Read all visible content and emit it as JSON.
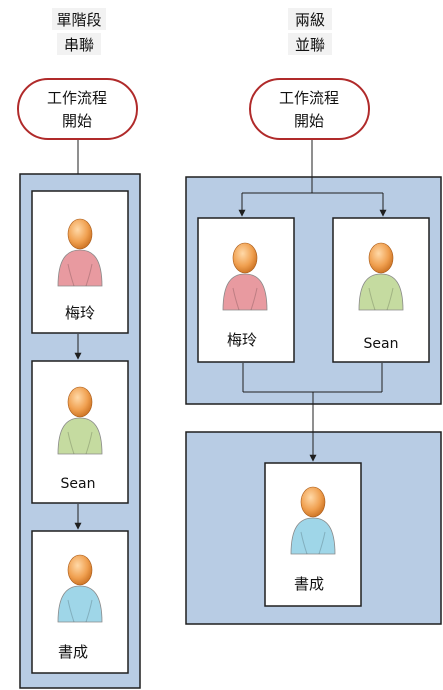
{
  "serial": {
    "heading_line1": "單階段",
    "heading_line2": "串聯",
    "start_line1": "工作流程",
    "start_line2": "開始",
    "people": [
      {
        "name": "梅玲",
        "icon": "person-icon-pink",
        "color": "#e89aa0"
      },
      {
        "name": "Sean",
        "icon": "person-icon-green",
        "color": "#c5dba0"
      },
      {
        "name": "書成",
        "icon": "person-icon-blue",
        "color": "#9fd6e8"
      }
    ]
  },
  "parallel": {
    "heading_line1": "兩級",
    "heading_line2": "並聯",
    "start_line1": "工作流程",
    "start_line2": "開始",
    "stage1_people": [
      {
        "name": "梅玲",
        "icon": "person-icon-pink",
        "color": "#e89aa0"
      },
      {
        "name": "Sean",
        "icon": "person-icon-green",
        "color": "#c5dba0"
      }
    ],
    "stage2_people": [
      {
        "name": "書成",
        "icon": "person-icon-blue",
        "color": "#9fd6e8"
      }
    ]
  },
  "colors": {
    "stage_fill": "#b8cce4",
    "start_border": "#b02a2a",
    "head_color": "#f0a050"
  }
}
